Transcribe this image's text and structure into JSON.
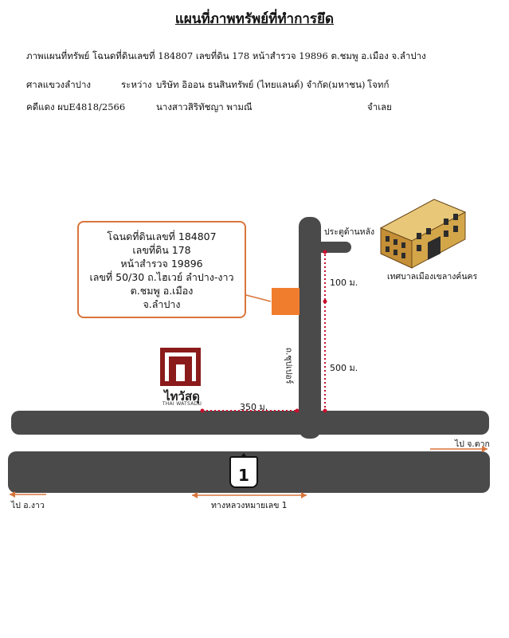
{
  "header": {
    "title": "แผนที่ภาพทรัพย์ที่ทำการยึด",
    "property_line": "ภาพแผนที่ทรัพย์    โฉนดที่ดินเลขที่ 184807 เลขที่ดิน 178 หน้าสำรวจ 19896 ต.ชมพู อ.เมือง จ.ลำปาง",
    "court": "ศาลแขวงลำปาง",
    "between": "ระหว่าง",
    "plaintiff": "บริษัท อิออน ธนสินทรัพย์ (ไทยแลนด์) จำกัด(มหาชน)",
    "plaintiff_role": "โจทก์",
    "case_no": "คดีแดง ผบE4818/2566",
    "defendant": "นางสาวสิริทัชญา พามณี",
    "defendant_role": "จำเลย"
  },
  "callout": {
    "line1": "โฉนดที่ดินเลขที่ 184807",
    "line2": "เลขที่ดิน 178",
    "line3": "หน้าสำรวจ 19896",
    "line4": "เลขที่ 50/30 ถ.ไฮเวย์ ลำปาง-งาว",
    "line5": "ต.ชมพู อ.เมือง",
    "line6": "จ.ลำปาง"
  },
  "map": {
    "back_gate": "ประตูด้านหลัง",
    "municipality": "เทศบาลเมืองเขลางค์นคร",
    "dist_100": "100 ม.",
    "dist_500": "500 ม.",
    "dist_350": "350 ม.",
    "soi_label": "ถ.ซุปเปอร์",
    "store_name": "ไทวัสดุ",
    "store_sub": "THAI WATSADU",
    "to_tak": "ไป จ.ตาก",
    "to_ngao": "ไป อ.งาว",
    "highway_label": "ทางหลวงหมายเลข 1",
    "highway_number": "1"
  },
  "colors": {
    "road": "#4a4a4a",
    "accent": "#d9753b",
    "parcel": "#f07d2d",
    "route": "#c8102e",
    "logo": "#8b1a1a"
  }
}
